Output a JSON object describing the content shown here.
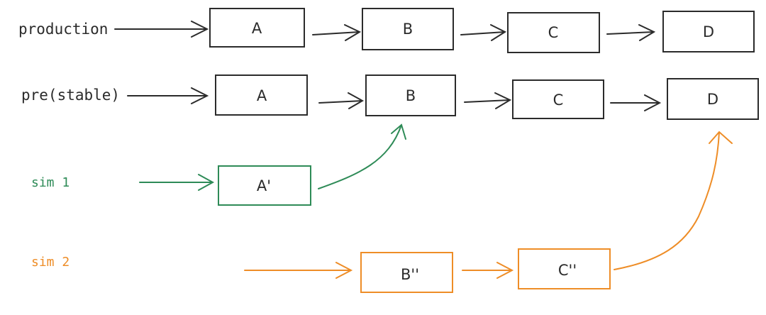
{
  "colors": {
    "ink": "#2b2b2b",
    "sim1": "#2e8b57",
    "sim2": "#ee8d27"
  },
  "rows": {
    "production": {
      "label": "production",
      "boxes": [
        "A",
        "B",
        "C",
        "D"
      ]
    },
    "prestable": {
      "label": "pre(stable)",
      "boxes": [
        "A",
        "B",
        "C",
        "D"
      ]
    },
    "sim1": {
      "label": "sim 1",
      "boxes": [
        "A'"
      ]
    },
    "sim2": {
      "label": "sim 2",
      "boxes": [
        "B''",
        "C''"
      ]
    }
  }
}
